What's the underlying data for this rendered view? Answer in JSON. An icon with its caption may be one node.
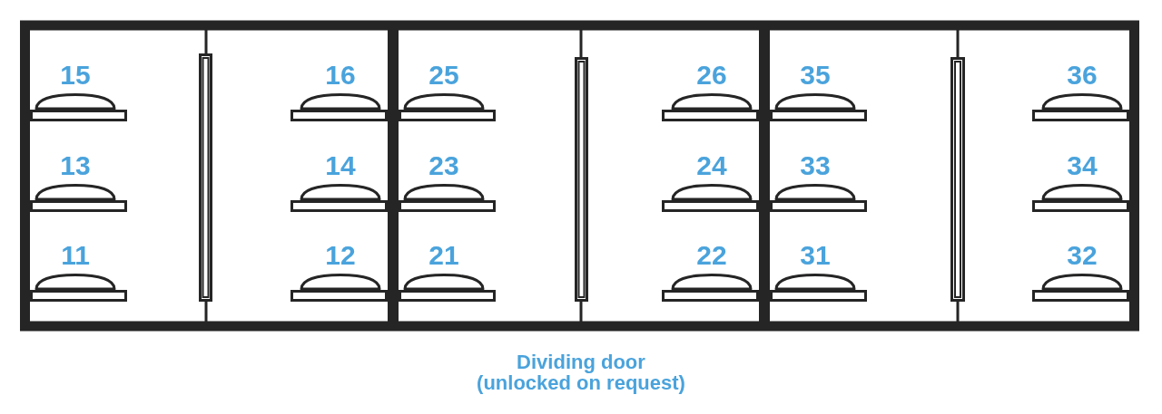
{
  "diagram": {
    "caption": "Dividing door (unlocked on request)",
    "labels": [
      "15",
      "16",
      "25",
      "26",
      "35",
      "36",
      "13",
      "14",
      "23",
      "24",
      "33",
      "34",
      "11",
      "12",
      "21",
      "22",
      "31",
      "32"
    ]
  }
}
